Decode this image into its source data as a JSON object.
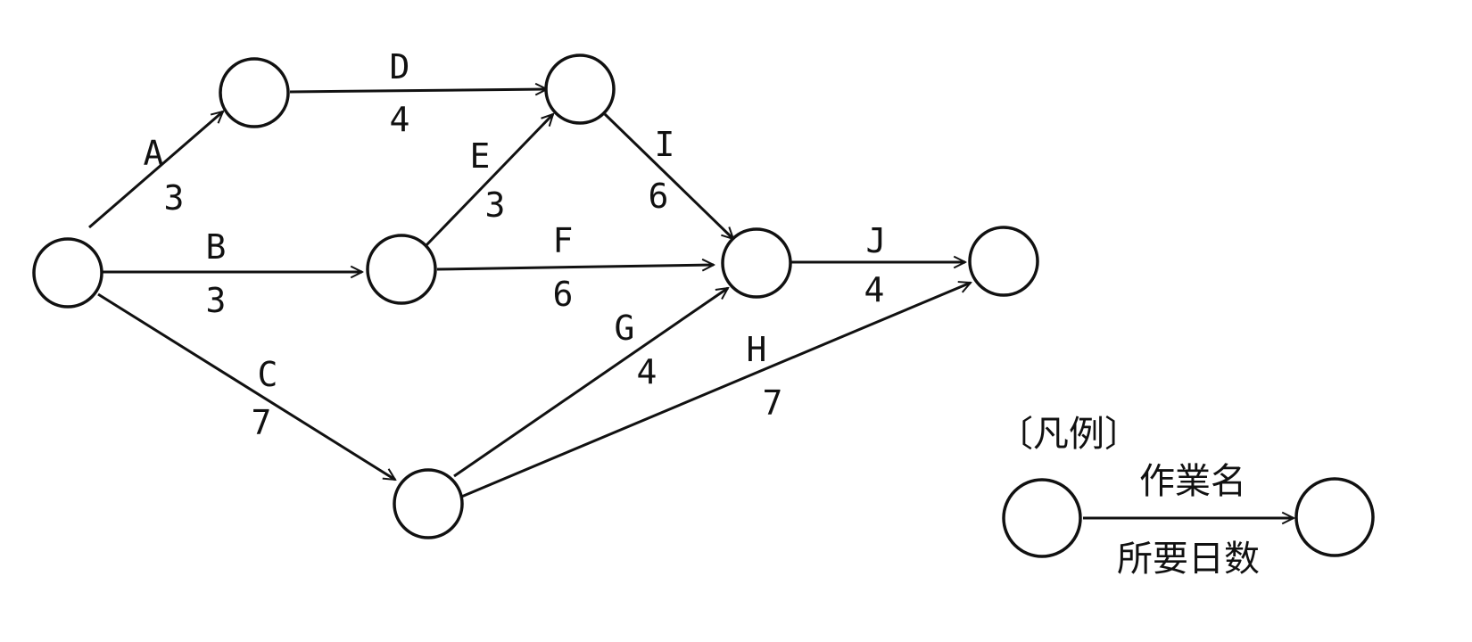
{
  "activities": [
    {
      "id": "A",
      "name": "A",
      "days": "3"
    },
    {
      "id": "B",
      "name": "B",
      "days": "3"
    },
    {
      "id": "C",
      "name": "C",
      "days": "7"
    },
    {
      "id": "D",
      "name": "D",
      "days": "4"
    },
    {
      "id": "E",
      "name": "E",
      "days": "3"
    },
    {
      "id": "F",
      "name": "F",
      "days": "6"
    },
    {
      "id": "G",
      "name": "G",
      "days": "4"
    },
    {
      "id": "H",
      "name": "H",
      "days": "7"
    },
    {
      "id": "I",
      "name": "I",
      "days": "6"
    },
    {
      "id": "J",
      "name": "J",
      "days": "4"
    }
  ],
  "legend": {
    "title": "〔凡例〕",
    "activity_name": "作業名",
    "duration": "所要日数"
  },
  "colors": {
    "line": "#111111",
    "node_fill": "#ffffff"
  }
}
